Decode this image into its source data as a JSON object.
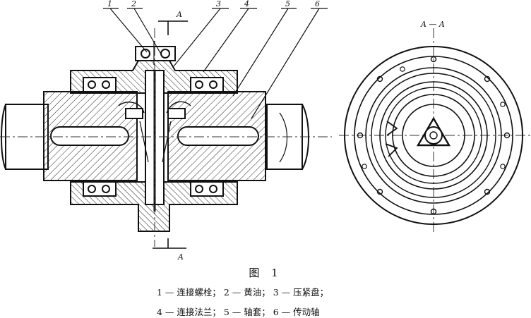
{
  "parts": [
    {
      "id": "callout_1",
      "label": "1"
    },
    {
      "id": "callout_2",
      "label": "2"
    },
    {
      "id": "callout_3",
      "label": "3"
    },
    {
      "id": "callout_4",
      "label": "4"
    },
    {
      "id": "callout_5",
      "label": "5"
    },
    {
      "id": "callout_6",
      "label": "6"
    }
  ],
  "section_marks": {
    "top": "A",
    "bottom": "A",
    "view": "A — A"
  },
  "caption": {
    "title": "图 1",
    "legend_line1": "1 — 连接螺栓；  2 — 黄油；  3 — 压紧盘；",
    "legend_line2": "4 — 连接法兰；  5 — 轴套；  6 — 传动轴"
  }
}
